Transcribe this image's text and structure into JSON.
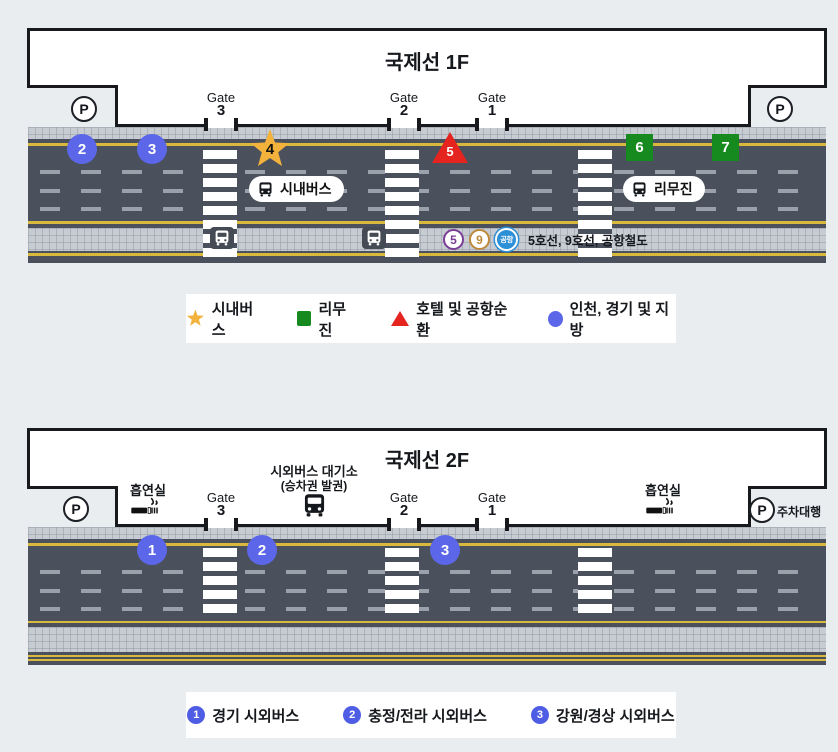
{
  "floor1": {
    "title": "국제선 1F",
    "parking_left": "P",
    "parking_right": "P",
    "gates": [
      {
        "word": "Gate",
        "num": "3"
      },
      {
        "word": "Gate",
        "num": "2"
      },
      {
        "word": "Gate",
        "num": "1"
      }
    ],
    "markers": {
      "m2": "2",
      "m3": "3",
      "m4": "4",
      "m5": "5",
      "m6": "6",
      "m7": "7"
    },
    "city_bus_label": "시내버스",
    "limousine_label": "리무진",
    "subway": {
      "b5": "5",
      "b9": "9",
      "barex": "공항",
      "label": "5호선, 9호선, 공항철도"
    },
    "legend": {
      "city_bus": "시내버스",
      "limousine": "리무진",
      "hotel": "호텔 및 공항순환",
      "incheon": "인천, 경기 및 지방"
    }
  },
  "floor2": {
    "title": "국제선 2F",
    "parking_left": "P",
    "parking_right": "P",
    "valet": "주차대행",
    "smoking_left": "흡연실",
    "smoking_right": "흡연실",
    "waiting_line1": "시외버스 대기소",
    "waiting_line2": "(승차권 발권)",
    "gates": [
      {
        "word": "Gate",
        "num": "3"
      },
      {
        "word": "Gate",
        "num": "2"
      },
      {
        "word": "Gate",
        "num": "1"
      }
    ],
    "markers": {
      "m1": "1",
      "m2": "2",
      "m3": "3"
    },
    "legend": [
      {
        "num": "1",
        "label": "경기 시외버스"
      },
      {
        "num": "2",
        "label": "충정/전라 시외버스"
      },
      {
        "num": "3",
        "label": "강원/경상 시외버스"
      }
    ]
  },
  "colors": {
    "marker_blue": "#5b67e8",
    "star_yellow": "#f2b23c",
    "triangle_red": "#e6241f",
    "square_green": "#168a1e",
    "line5_purple": "#7b3e97",
    "line9_gold": "#bd8a3d",
    "arex_blue": "#2d8fd5",
    "road_gray": "#4a515c",
    "lane_yellow": "#d8b93e"
  }
}
